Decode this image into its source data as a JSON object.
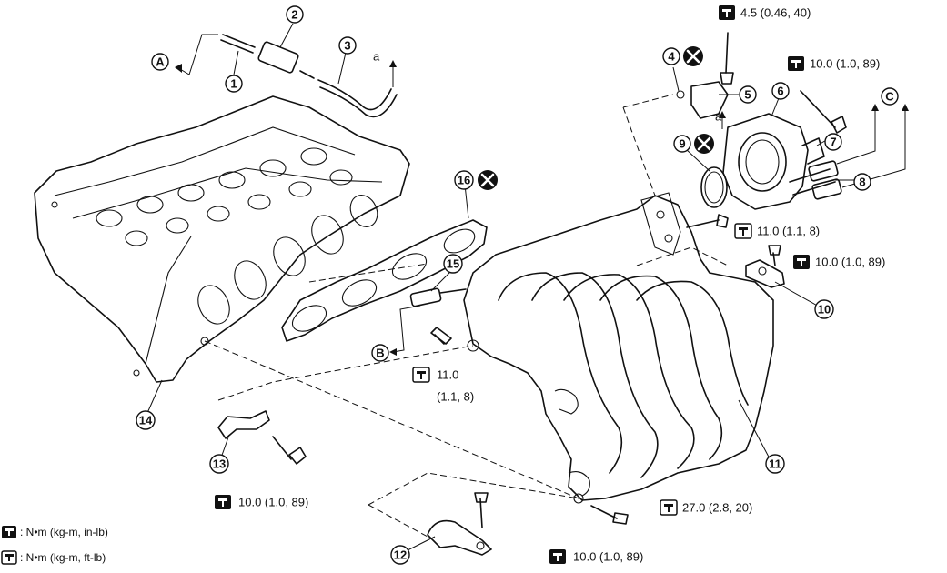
{
  "diagram": {
    "callouts": [
      {
        "id": "1",
        "text": "1"
      },
      {
        "id": "2",
        "text": "2"
      },
      {
        "id": "3",
        "text": "3"
      },
      {
        "id": "4",
        "text": "4"
      },
      {
        "id": "5",
        "text": "5"
      },
      {
        "id": "6",
        "text": "6"
      },
      {
        "id": "7",
        "text": "7"
      },
      {
        "id": "8",
        "text": "8"
      },
      {
        "id": "9",
        "text": "9"
      },
      {
        "id": "10",
        "text": "10"
      },
      {
        "id": "11",
        "text": "11"
      },
      {
        "id": "12",
        "text": "12"
      },
      {
        "id": "13",
        "text": "13"
      },
      {
        "id": "14",
        "text": "14"
      },
      {
        "id": "15",
        "text": "15"
      },
      {
        "id": "16",
        "text": "16"
      }
    ],
    "connectors": [
      {
        "id": "A",
        "text": "A"
      },
      {
        "id": "B",
        "text": "B"
      },
      {
        "id": "C",
        "text": "C"
      }
    ],
    "markers": {
      "a1": "a",
      "a2": "a"
    },
    "torques": {
      "t_top": "4.5 (0.46, 40)",
      "t_throttle": "10.0 (1.0, 89)",
      "t_flange": "11.0 (1.1, 8)",
      "t_bracket10": "10.0 (1.0, 89)",
      "t_injector_l1": "11.0",
      "t_injector_l2": "(1.1, 8)",
      "t_manifold": "27.0 (2.8, 20)",
      "t_bracket13": "10.0 (1.0, 89)",
      "t_bracket12": "10.0 (1.0, 89)"
    },
    "legend": [
      {
        "text": ": N•m (kg-m, in-lb)"
      },
      {
        "text": ": N•m (kg-m, ft-lb)"
      }
    ]
  }
}
